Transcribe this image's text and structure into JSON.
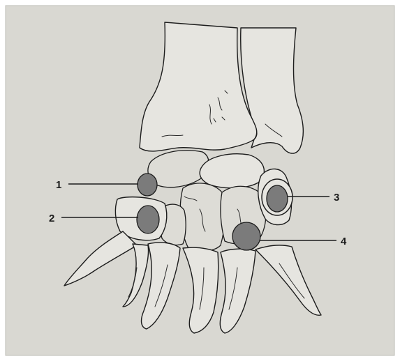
{
  "figure": {
    "background_color": "#d9d8d2",
    "marker_color": "#7b7b7b",
    "line_color": "#1c1c1c",
    "callouts": [
      {
        "label": "1"
      },
      {
        "label": "2"
      },
      {
        "label": "3"
      },
      {
        "label": "4"
      }
    ]
  }
}
